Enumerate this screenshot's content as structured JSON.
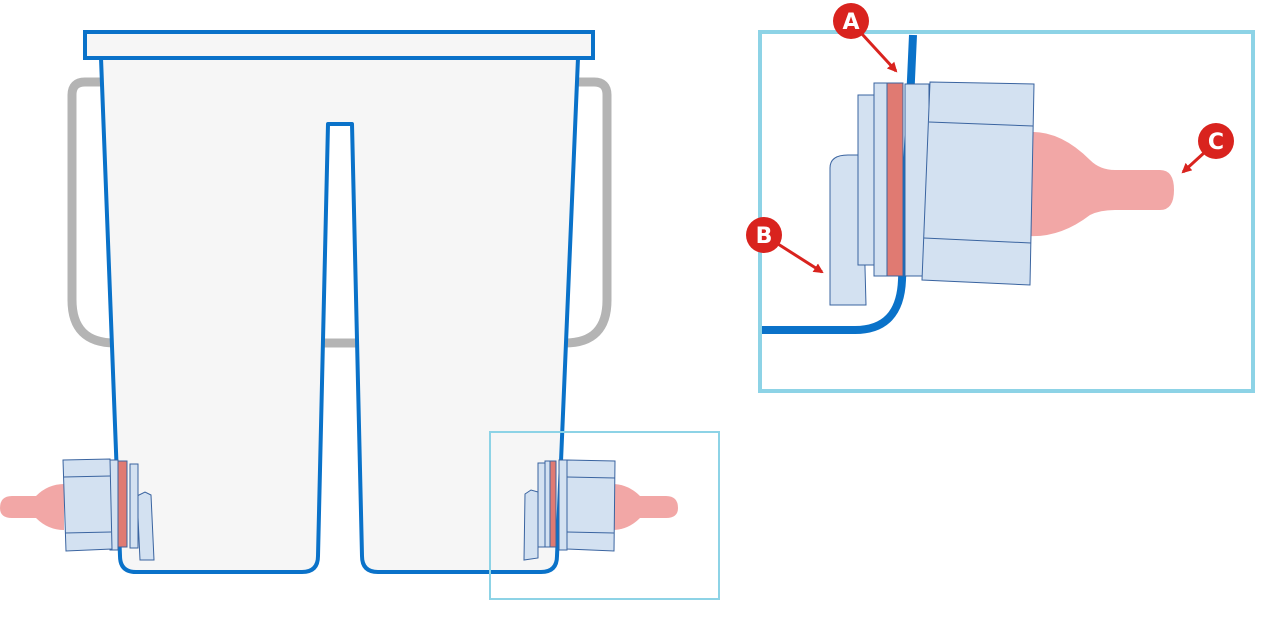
{
  "colors": {
    "container_stroke": "#0a72c9",
    "container_fill": "#f6f6f6",
    "frame_stroke": "#b4b4b4",
    "fitting_fill": "#d3e1f1",
    "fitting_stroke": "#3a64a0",
    "seal": "#e07a72",
    "nipple": "#f2a7a6",
    "detail_box": "#8dd3e6",
    "callout": "#d9231e",
    "callout_text": "#ffffff"
  },
  "callouts": [
    {
      "id": "A",
      "label": "A"
    },
    {
      "id": "B",
      "label": "B"
    },
    {
      "id": "C",
      "label": "C"
    }
  ]
}
